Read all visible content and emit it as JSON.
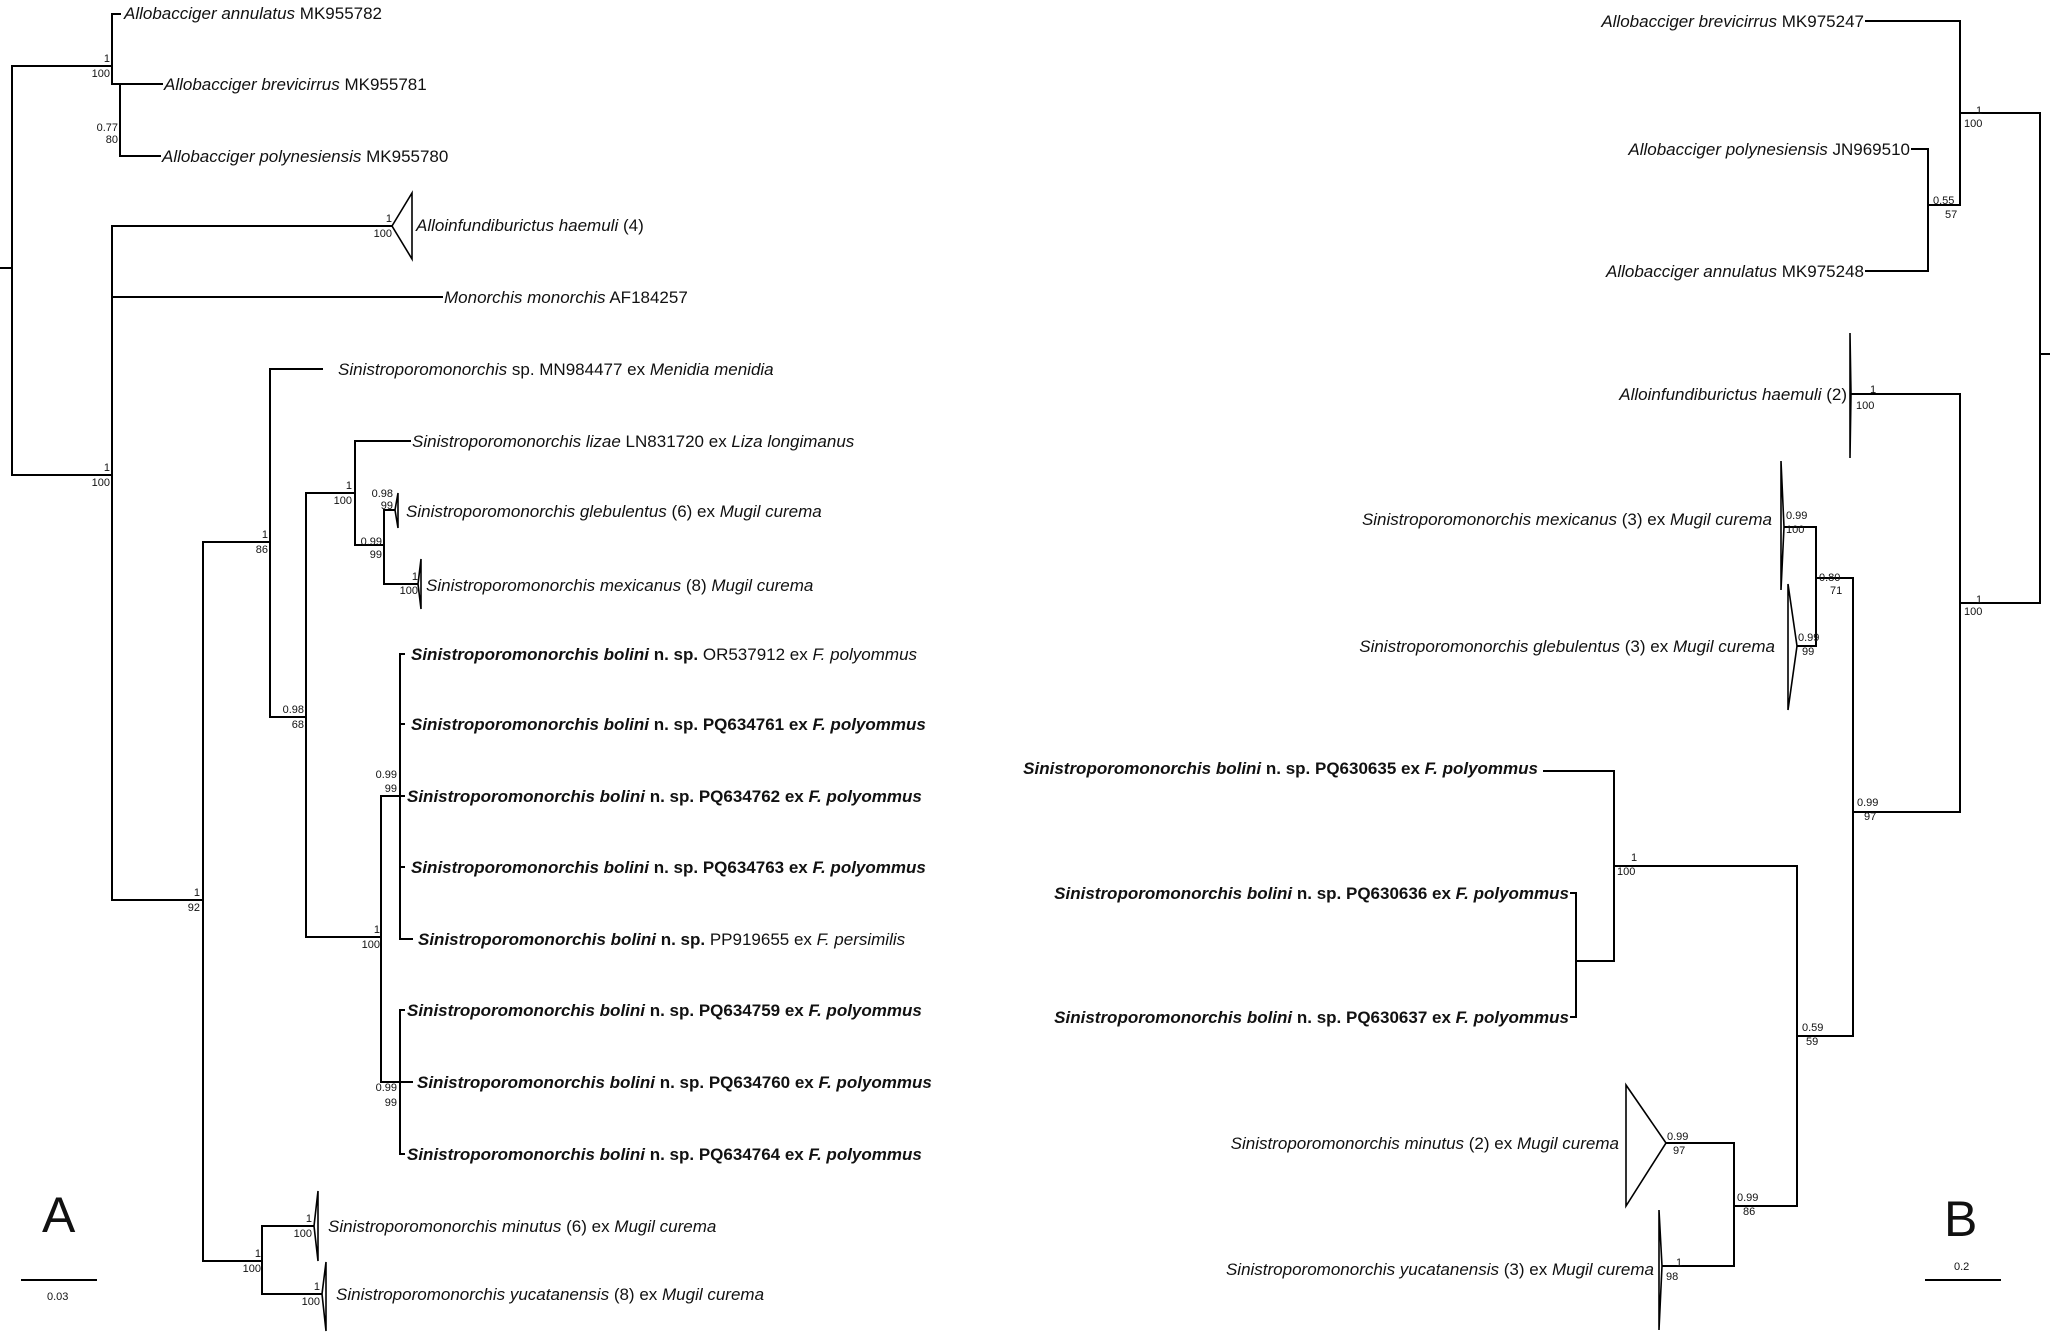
{
  "panels": {
    "a": {
      "letter": "A",
      "scale": "0.03",
      "taxa": {
        "t01": {
          "name": "Allobacciger annulatus",
          "rest": " MK955782"
        },
        "t02": {
          "name": "Allobacciger brevicirrus",
          "rest": " MK955781"
        },
        "t03": {
          "name": "Allobacciger polynesiensis",
          "rest": " MK955780"
        },
        "t04": {
          "name": "Alloinfundiburictus haemuli",
          "rest": " (4)"
        },
        "t05": {
          "name": "Monorchis monorchis",
          "rest": " AF184257"
        },
        "t06": {
          "name": "Sinistroporomonorchis",
          "rest": " sp. MN984477 ex ",
          "host": "Menidia menidia"
        },
        "t07": {
          "name": "Sinistroporomonorchis lizae",
          "rest": " LN831720 ex ",
          "host": "Liza longimanus"
        },
        "t08": {
          "name": "Sinistroporomonorchis glebulentus",
          "rest": " (6) ex ",
          "host": "Mugil curema"
        },
        "t09": {
          "name": "Sinistroporomonorchis mexicanus",
          "rest": " (8) ",
          "host": "Mugil curema"
        },
        "t10": {
          "name": "Sinistroporomonorchis bolini",
          "rest": " n. sp.",
          "tail": " OR537912 ex ",
          "host": "F. polyommus"
        },
        "t11": {
          "name": "Sinistroporomonorchis bolini",
          "rest": " n. sp. PQ634761 ex ",
          "host": "F. polyommus"
        },
        "t12": {
          "name": "Sinistroporomonorchis bolini",
          "rest": " n. sp. PQ634762 ex ",
          "host": "F. polyommus"
        },
        "t13": {
          "name": "Sinistroporomonorchis bolini",
          "rest": " n. sp. PQ634763 ex ",
          "host": "F. polyommus"
        },
        "t14": {
          "name": "Sinistroporomonorchis bolini",
          "rest": " n. sp.",
          "tail": " PP919655 ex ",
          "host": "F. persimilis"
        },
        "t15": {
          "name": "Sinistroporomonorchis bolini",
          "rest": " n. sp. PQ634759 ex ",
          "host": "F. polyommus"
        },
        "t16": {
          "name": "Sinistroporomonorchis bolini",
          "rest": " n. sp. PQ634760 ex ",
          "host": "F. polyommus"
        },
        "t17": {
          "name": "Sinistroporomonorchis bolini",
          "rest": " n. sp. PQ634764 ex ",
          "host": "F. polyommus"
        },
        "t18": {
          "name": "Sinistroporomonorchis minutus",
          "rest": " (6) ex ",
          "host": "Mugil curema"
        },
        "t19": {
          "name": "Sinistroporomonorchis yucatanensis",
          "rest": " (8) ex ",
          "host": "Mugil curema"
        }
      },
      "support": {
        "s01": {
          "pp": "1",
          "bs": "100"
        },
        "s02": {
          "pp": "0.77",
          "bs": "80"
        },
        "s03": {
          "pp": "1",
          "bs": "100"
        },
        "s04": {
          "pp": "1",
          "bs": "100"
        },
        "s05": {
          "pp": "1",
          "bs": "92"
        },
        "s06": {
          "pp": "1",
          "bs": "86"
        },
        "s07": {
          "pp": "1",
          "bs": "100"
        },
        "s08": {
          "pp": "0.98",
          "bs": "99"
        },
        "s09": {
          "pp": "0.99",
          "bs": "99"
        },
        "s10": {
          "pp": "1",
          "bs": "100"
        },
        "s11": {
          "pp": "0.98",
          "bs": "68"
        },
        "s12": {
          "pp": "1",
          "bs": "100"
        },
        "s13": {
          "pp": "0.99",
          "bs": "99"
        },
        "s14": {
          "pp": "0.99",
          "bs": "99"
        },
        "s15": {
          "pp": "1",
          "bs": "100"
        },
        "s16": {
          "pp": "1",
          "bs": "100"
        },
        "s17": {
          "pp": "1",
          "bs": "100"
        }
      }
    },
    "b": {
      "letter": "B",
      "scale": "0.2",
      "taxa": {
        "t01": {
          "name": "Allobacciger brevicirrus",
          "rest": " MK975247"
        },
        "t02": {
          "name": "Allobacciger polynesiensis",
          "rest": " JN969510"
        },
        "t03": {
          "name": "Allobacciger annulatus",
          "rest": " MK975248"
        },
        "t04": {
          "name": "Alloinfundiburictus haemuli",
          "rest": " (2)"
        },
        "t05": {
          "name": "Sinistroporomonorchis mexicanus",
          "rest": " (3) ex ",
          "host": "Mugil curema"
        },
        "t06": {
          "name": "Sinistroporomonorchis glebulentus",
          "rest": " (3) ex ",
          "host": "Mugil curema"
        },
        "t07": {
          "name": "Sinistroporomonorchis bolini",
          "rest": " n. sp. PQ630635 ex ",
          "host": "F. polyommus"
        },
        "t08": {
          "name": "Sinistroporomonorchis bolini",
          "rest": " n. sp. PQ630636 ex ",
          "host": "F. polyommus"
        },
        "t09": {
          "name": "Sinistroporomonorchis bolini",
          "rest": " n. sp. PQ630637 ex ",
          "host": "F. polyommus"
        },
        "t10": {
          "name": "Sinistroporomonorchis minutus",
          "rest": " (2) ex ",
          "host": "Mugil curema"
        },
        "t11": {
          "name": "Sinistroporomonorchis yucatanensis",
          "rest": " (3) ex ",
          "host": "Mugil curema"
        }
      },
      "support": {
        "s01": {
          "pp": "1",
          "bs": "100"
        },
        "s02": {
          "pp": "0.55",
          "bs": "57"
        },
        "s03": {
          "pp": "1",
          "bs": "100"
        },
        "s04": {
          "pp": "1",
          "bs": "100"
        },
        "s05": {
          "pp": "0.99",
          "bs": "100"
        },
        "s06": {
          "pp": "0.80",
          "bs": "71"
        },
        "s07": {
          "pp": "0.99",
          "bs": "99"
        },
        "s08": {
          "pp": "0.99",
          "bs": "97"
        },
        "s09": {
          "pp": "1",
          "bs": "100"
        },
        "s10": {
          "pp": "0.59",
          "bs": "59"
        },
        "s11": {
          "pp": "0.99",
          "bs": "86"
        },
        "s12": {
          "pp": "0.99",
          "bs": "97"
        },
        "s13": {
          "pp": "1",
          "bs": "98"
        }
      }
    }
  }
}
